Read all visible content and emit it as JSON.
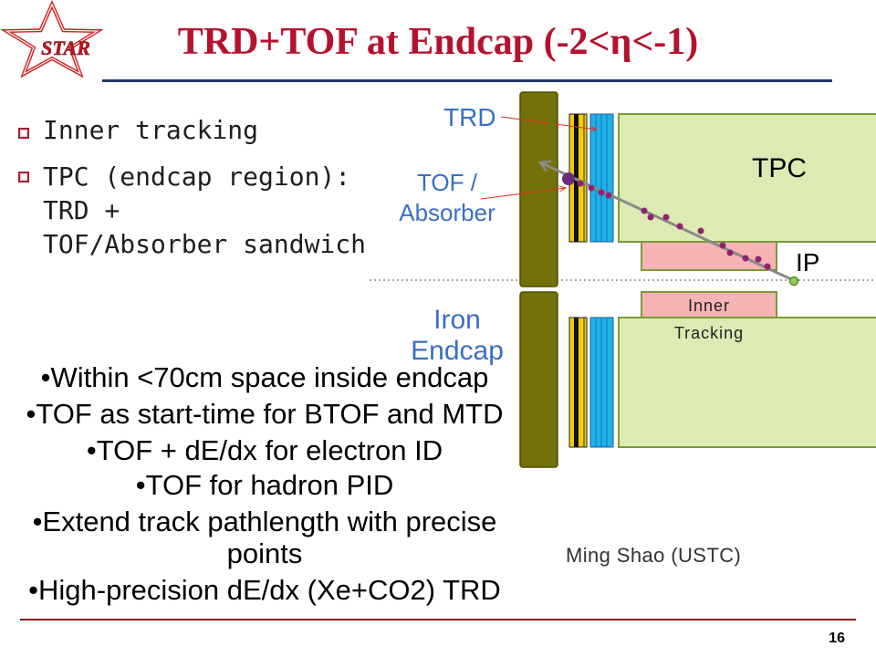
{
  "logo": {
    "text": "STAR"
  },
  "title": "TRD+TOF at Endcap (-2<η<-1)",
  "bullets": [
    {
      "lines": [
        "Inner tracking"
      ]
    },
    {
      "lines": [
        "TPC (endcap region):",
        "TRD +",
        "TOF/Absorber sandwich"
      ]
    }
  ],
  "diagram": {
    "trd_label": "TRD",
    "tof_label": [
      "TOF /",
      "Absorber"
    ],
    "iron_label": [
      "Iron",
      "Endcap"
    ],
    "tpc_label": "TPC",
    "ip_label": "IP",
    "inner_tracking_label": [
      "Inner",
      "Tracking"
    ]
  },
  "features": [
    {
      "lines": [
        "•Within <70cm space inside endcap"
      ]
    },
    {
      "lines": [
        "•TOF as start-time for BTOF and MTD"
      ]
    },
    {
      "lines": [
        "•TOF + dE/dx for electron ID"
      ]
    },
    {
      "lines": [
        "•TOF for hadron PID"
      ]
    },
    {
      "lines": [
        "•Extend track pathlength with precise",
        "points"
      ]
    },
    {
      "lines": [
        "•High-precision dE/dx (Xe+CO2) TRD"
      ]
    }
  ],
  "author": "Ming Shao (USTC)",
  "page_number": "16",
  "colors": {
    "title": "#B5122E",
    "top_rule": "#1F3864",
    "bottom_rule": "#8B1A1A",
    "label_blue": "#3A6FC4",
    "pointer_red": "#E0301E",
    "iron": "#727208",
    "tpc": "#DCEBB3",
    "inner_tracking": "#F8B4B4",
    "trd": "#1FB1E8",
    "absorber": "#F2CB0B",
    "track_hits": "#8E2470"
  }
}
